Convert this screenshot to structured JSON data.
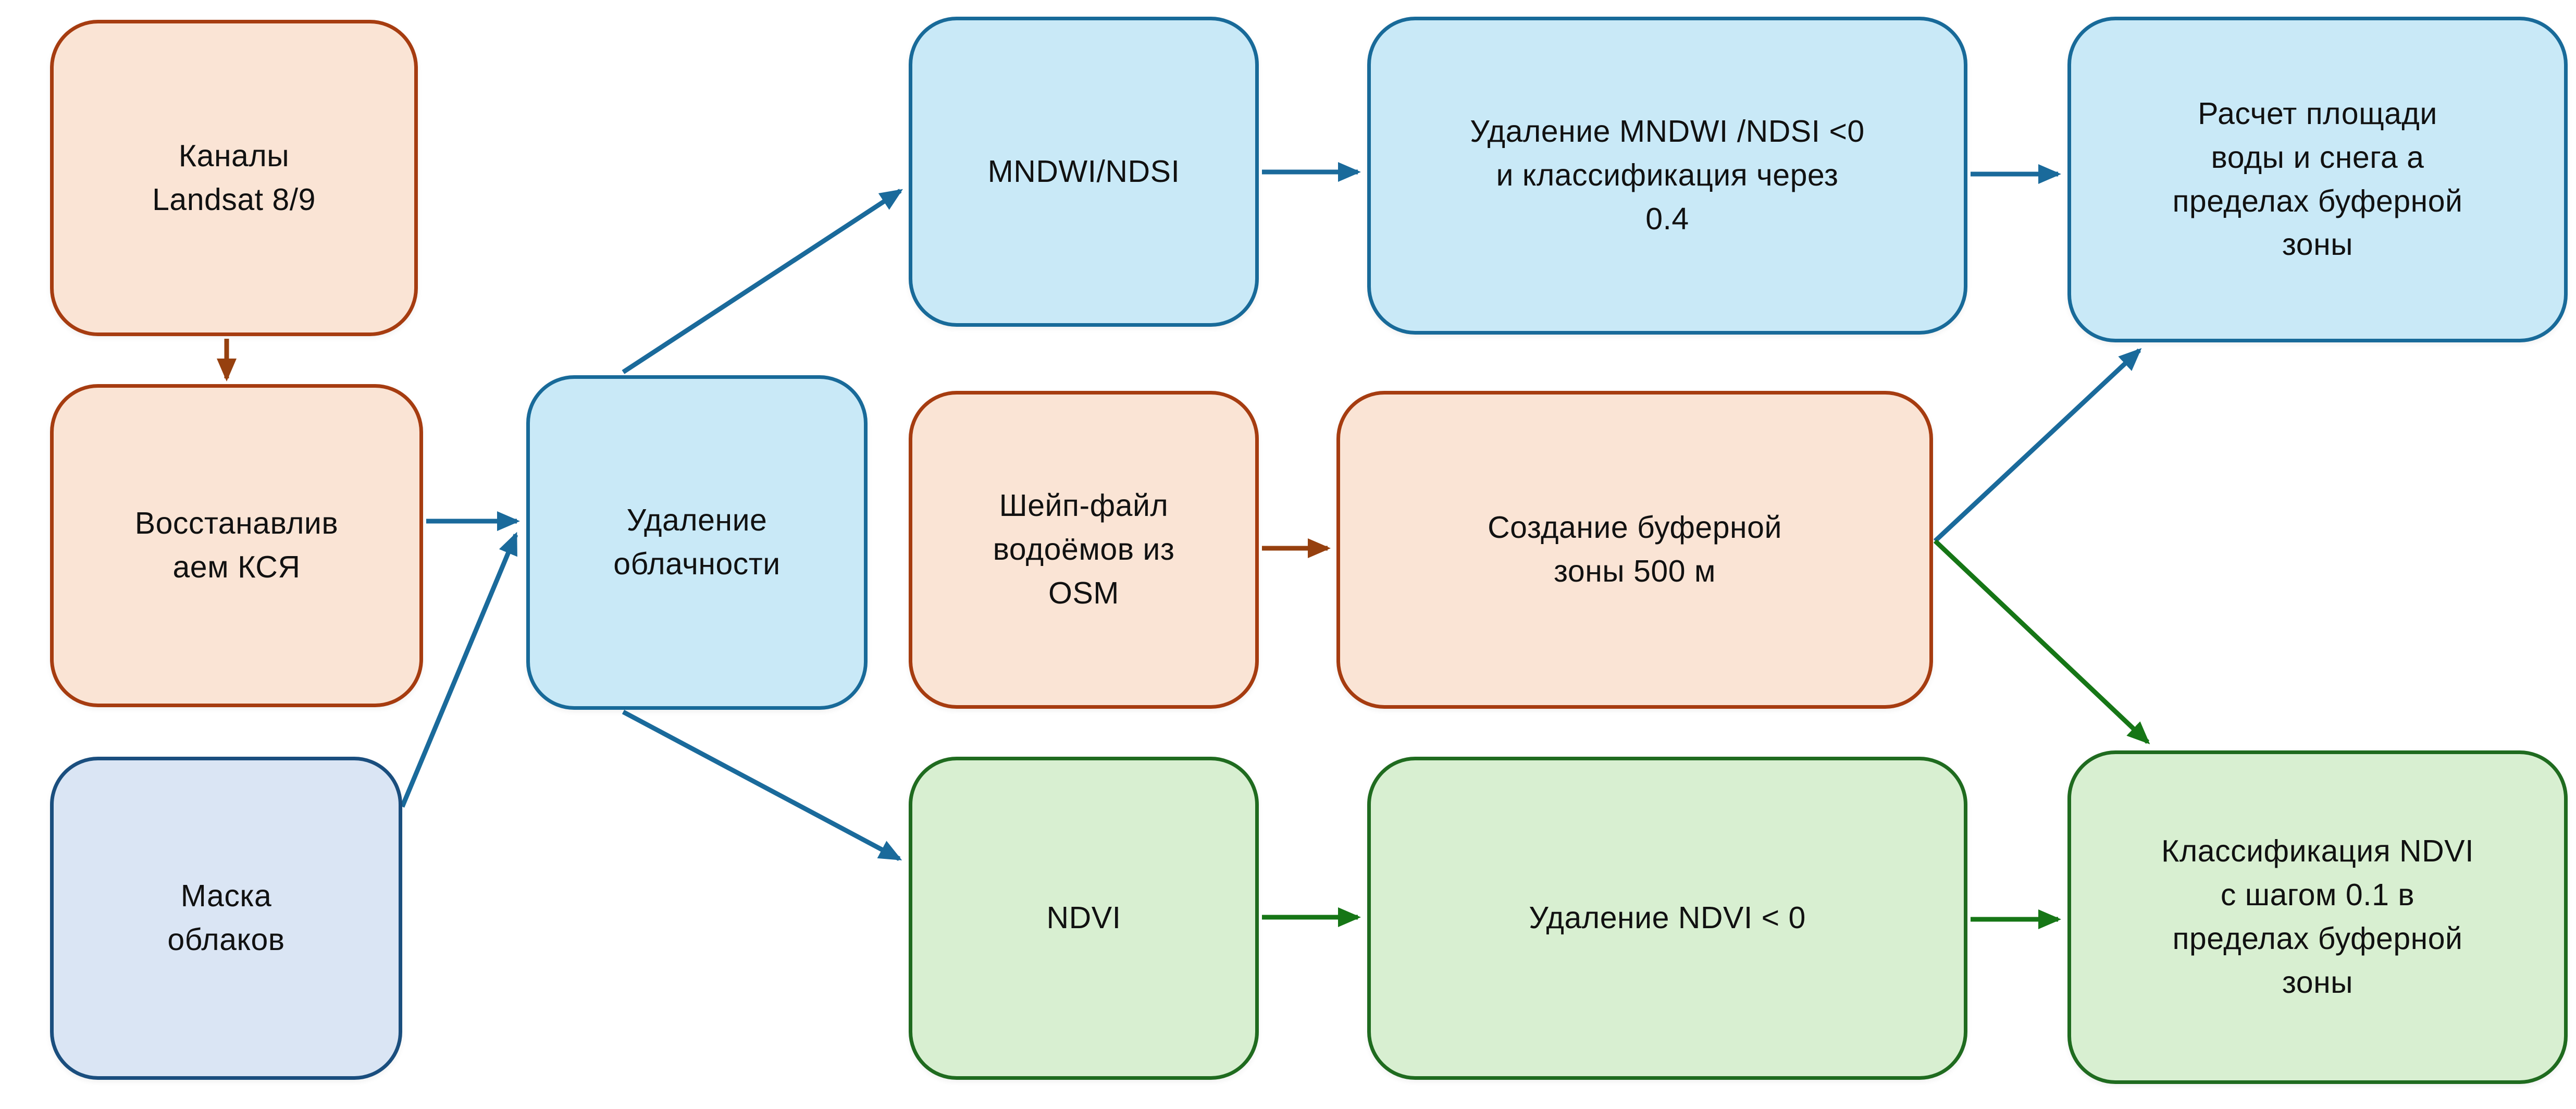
{
  "palette": {
    "background": "#FFFFFF",
    "salmon_fill": "#FAE4D5",
    "salmon_border": "#A63C10",
    "cyan_fill": "#C9E9F7",
    "cyan_border": "#186A99",
    "lavender_fill": "#DAE5F4",
    "lavender_border": "#1A4E7E",
    "green_fill": "#D8EFD1",
    "green_border": "#1F6B1F",
    "arrow_blue": "#1A6A9B",
    "arrow_green": "#167616",
    "arrow_red": "#96400F",
    "text_color": "#111111"
  },
  "diagram": {
    "nodes": [
      {
        "id": "landsat-channels",
        "label": "Каналы\nLandsat 8/9",
        "style": "salmon"
      },
      {
        "id": "restore-ksya",
        "label": "Восстанавлив\nаем КСЯ",
        "style": "salmon"
      },
      {
        "id": "cloud-mask",
        "label": "Маска\nоблаков",
        "style": "lavender"
      },
      {
        "id": "cloud-removal",
        "label": "Удаление\nоблачности",
        "style": "cyan"
      },
      {
        "id": "mndwi-ndsi",
        "label": "MNDWI/NDSI",
        "style": "cyan"
      },
      {
        "id": "mndwi-threshold",
        "label": "Удаление MNDWI /NDSI <0\nи классификация через\n0.4",
        "style": "cyan"
      },
      {
        "id": "water-snow-area",
        "label": "Расчет площади\nводы и снега а\nпределах буферной\nзоны",
        "style": "cyan"
      },
      {
        "id": "osm-shapefile",
        "label": "Шейп-файл\nводоёмов из\nOSM",
        "style": "salmon"
      },
      {
        "id": "buffer-zone",
        "label": "Создание буферной\nзоны 500 м",
        "style": "salmon"
      },
      {
        "id": "ndvi",
        "label": "NDVI",
        "style": "green"
      },
      {
        "id": "ndvi-threshold",
        "label": "Удаление NDVI < 0",
        "style": "green"
      },
      {
        "id": "ndvi-classification",
        "label": "Классификация NDVI\nс шагом 0.1 в\nпределах буферной\nзоны",
        "style": "green"
      }
    ],
    "edges": [
      {
        "from": "landsat-channels",
        "to": "restore-ksya",
        "color": "red"
      },
      {
        "from": "restore-ksya",
        "to": "cloud-removal",
        "color": "blue"
      },
      {
        "from": "cloud-mask",
        "to": "cloud-removal",
        "color": "blue"
      },
      {
        "from": "cloud-removal",
        "to": "mndwi-ndsi",
        "color": "blue"
      },
      {
        "from": "cloud-removal",
        "to": "ndvi",
        "color": "blue"
      },
      {
        "from": "mndwi-ndsi",
        "to": "mndwi-threshold",
        "color": "blue"
      },
      {
        "from": "mndwi-threshold",
        "to": "water-snow-area",
        "color": "blue"
      },
      {
        "from": "osm-shapefile",
        "to": "buffer-zone",
        "color": "red"
      },
      {
        "from": "buffer-zone",
        "to": "water-snow-area",
        "color": "blue"
      },
      {
        "from": "buffer-zone",
        "to": "ndvi-classification",
        "color": "green"
      },
      {
        "from": "ndvi",
        "to": "ndvi-threshold",
        "color": "green"
      },
      {
        "from": "ndvi-threshold",
        "to": "ndvi-classification",
        "color": "green"
      }
    ]
  }
}
